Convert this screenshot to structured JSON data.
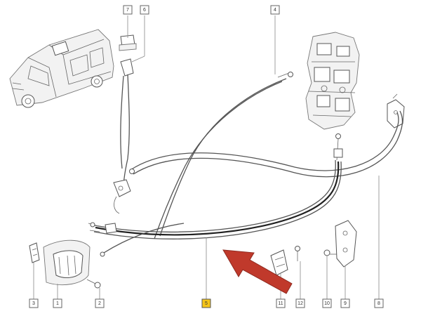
{
  "diagram": {
    "callouts": [
      {
        "id": "c7",
        "label": "7"
      },
      {
        "id": "c6",
        "label": "6"
      },
      {
        "id": "c4",
        "label": "4"
      },
      {
        "id": "c3",
        "label": "3"
      },
      {
        "id": "c1",
        "label": "1"
      },
      {
        "id": "c2",
        "label": "2"
      },
      {
        "id": "c5",
        "label": "5"
      },
      {
        "id": "c11",
        "label": "11"
      },
      {
        "id": "c12",
        "label": "12"
      },
      {
        "id": "c10",
        "label": "10"
      },
      {
        "id": "c9",
        "label": "9"
      },
      {
        "id": "c8",
        "label": "8"
      }
    ],
    "highlighted_callout": "5",
    "colors": {
      "highlight": "#f5c518",
      "arrow": "#c0392b",
      "line": "#555555"
    }
  }
}
